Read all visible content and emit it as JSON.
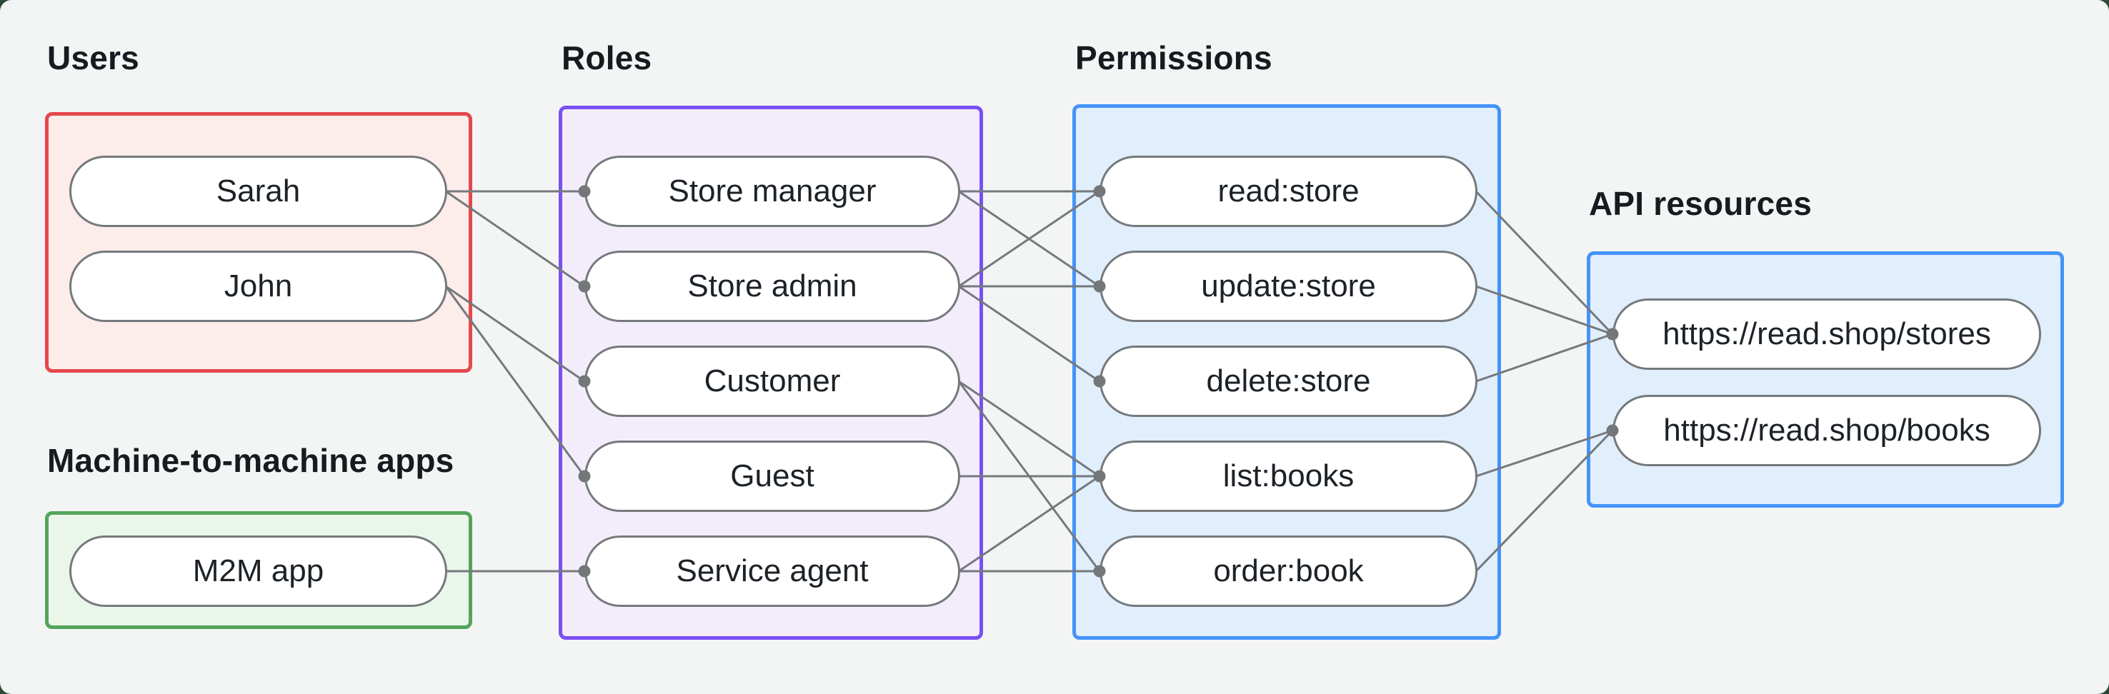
{
  "canvas": {
    "background_color": "#f3f5f4",
    "frame_color": "#2d4a38"
  },
  "styles": {
    "line_color": "#75797c",
    "dot_color": "#737779",
    "pill_border_color": "#75797c",
    "pill_fill_color": "#ffffff",
    "text_color": "#1d2227",
    "label_color": "#161b20"
  },
  "groups": {
    "users": {
      "label": "Users",
      "border_color": "#e5484d",
      "fill_color": "#fcecea",
      "items": [
        {
          "id": "sarah",
          "label": "Sarah"
        },
        {
          "id": "john",
          "label": "John"
        }
      ]
    },
    "m2m": {
      "label": "Machine-to-machine apps",
      "border_color": "#54a45c",
      "fill_color": "#eaf6ea",
      "items": [
        {
          "id": "m2m_app",
          "label": "M2M app"
        }
      ]
    },
    "roles": {
      "label": "Roles",
      "border_color": "#7a4ff2",
      "fill_color": "#f3edfb",
      "items": [
        {
          "id": "store_manager",
          "label": "Store manager"
        },
        {
          "id": "store_admin",
          "label": "Store admin"
        },
        {
          "id": "customer",
          "label": "Customer"
        },
        {
          "id": "guest",
          "label": "Guest"
        },
        {
          "id": "service_agent",
          "label": "Service agent"
        }
      ]
    },
    "permissions": {
      "label": "Permissions",
      "border_color": "#4494f8",
      "fill_color": "#e1eefc",
      "items": [
        {
          "id": "read_store",
          "label": "read:store"
        },
        {
          "id": "update_store",
          "label": "update:store"
        },
        {
          "id": "delete_store",
          "label": "delete:store"
        },
        {
          "id": "list_books",
          "label": "list:books"
        },
        {
          "id": "order_book",
          "label": "order:book"
        }
      ]
    },
    "api": {
      "label": "API resources",
      "border_color": "#4494f8",
      "fill_color": "#e1eefc",
      "items": [
        {
          "id": "stores_api",
          "label": "https://read.shop/stores"
        },
        {
          "id": "books_api",
          "label": "https://read.shop/books"
        }
      ]
    }
  },
  "connections": [
    [
      "sarah",
      "store_manager"
    ],
    [
      "sarah",
      "store_admin"
    ],
    [
      "john",
      "customer"
    ],
    [
      "john",
      "guest"
    ],
    [
      "m2m_app",
      "service_agent"
    ],
    [
      "store_manager",
      "read_store"
    ],
    [
      "store_manager",
      "update_store"
    ],
    [
      "store_admin",
      "read_store"
    ],
    [
      "store_admin",
      "update_store"
    ],
    [
      "store_admin",
      "delete_store"
    ],
    [
      "customer",
      "list_books"
    ],
    [
      "customer",
      "order_book"
    ],
    [
      "guest",
      "list_books"
    ],
    [
      "service_agent",
      "list_books"
    ],
    [
      "service_agent",
      "order_book"
    ],
    [
      "read_store",
      "stores_api"
    ],
    [
      "update_store",
      "stores_api"
    ],
    [
      "delete_store",
      "stores_api"
    ],
    [
      "list_books",
      "books_api"
    ],
    [
      "order_book",
      "books_api"
    ]
  ]
}
